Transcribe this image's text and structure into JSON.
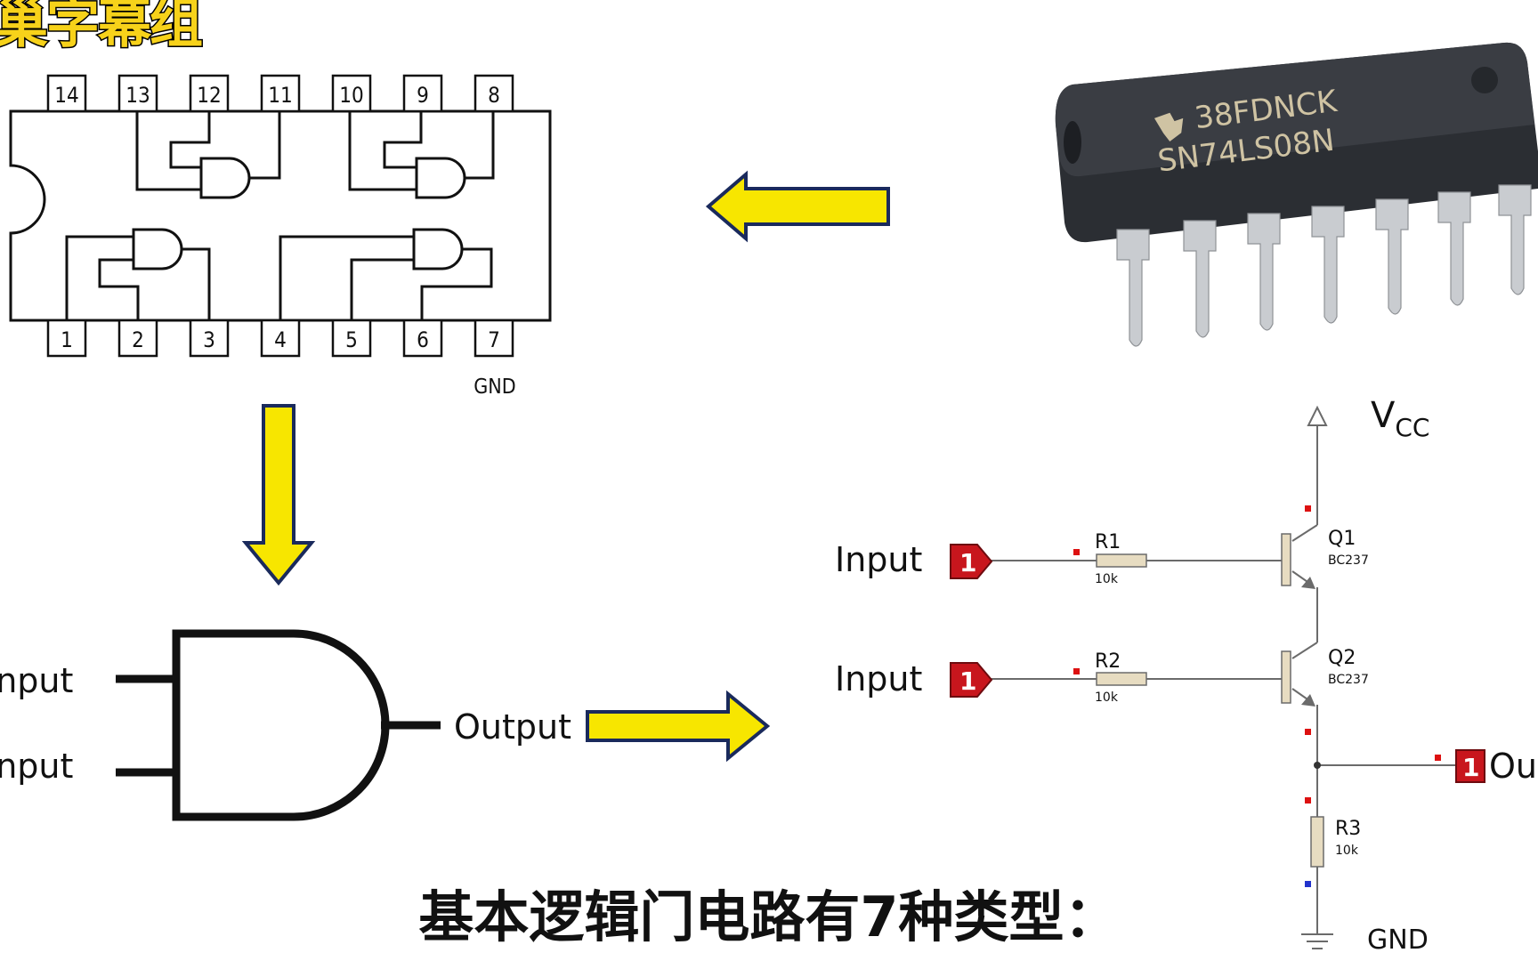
{
  "watermark": "巢字幕组",
  "caption": "基本逻辑门电路有7种类型：",
  "colors": {
    "arrow_fill": "#f7e600",
    "arrow_stroke": "#1a2a5c",
    "terminal_red": "#c8161d",
    "wire": "#6b6b6b",
    "chip_body": "#2b2e33",
    "chip_text": "#cfc3a3"
  },
  "ic_diagram": {
    "top_pins": [
      "14",
      "13",
      "12",
      "11",
      "10",
      "9",
      "8"
    ],
    "bottom_pins": [
      "1",
      "2",
      "3",
      "4",
      "5",
      "6",
      "7"
    ],
    "gnd_label": "GND"
  },
  "chip_photo": {
    "line1": "38FDNCK",
    "line2": "SN74LS08N",
    "logo_icon": "ti-logo-icon"
  },
  "and_gate": {
    "input1": "Input",
    "input2": "Input",
    "output": "Output"
  },
  "schematic": {
    "vcc_main": "V",
    "vcc_sub": "CC",
    "input1": "Input",
    "input2": "Input",
    "terminal_value": "1",
    "r1_name": "R1",
    "r1_value": "10k",
    "r2_name": "R2",
    "r2_value": "10k",
    "r3_name": "R3",
    "r3_value": "10k",
    "q1_name": "Q1",
    "q1_model": "BC237",
    "q2_name": "Q2",
    "q2_model": "BC237",
    "output_label": "Ou",
    "gnd_label": "GND"
  }
}
